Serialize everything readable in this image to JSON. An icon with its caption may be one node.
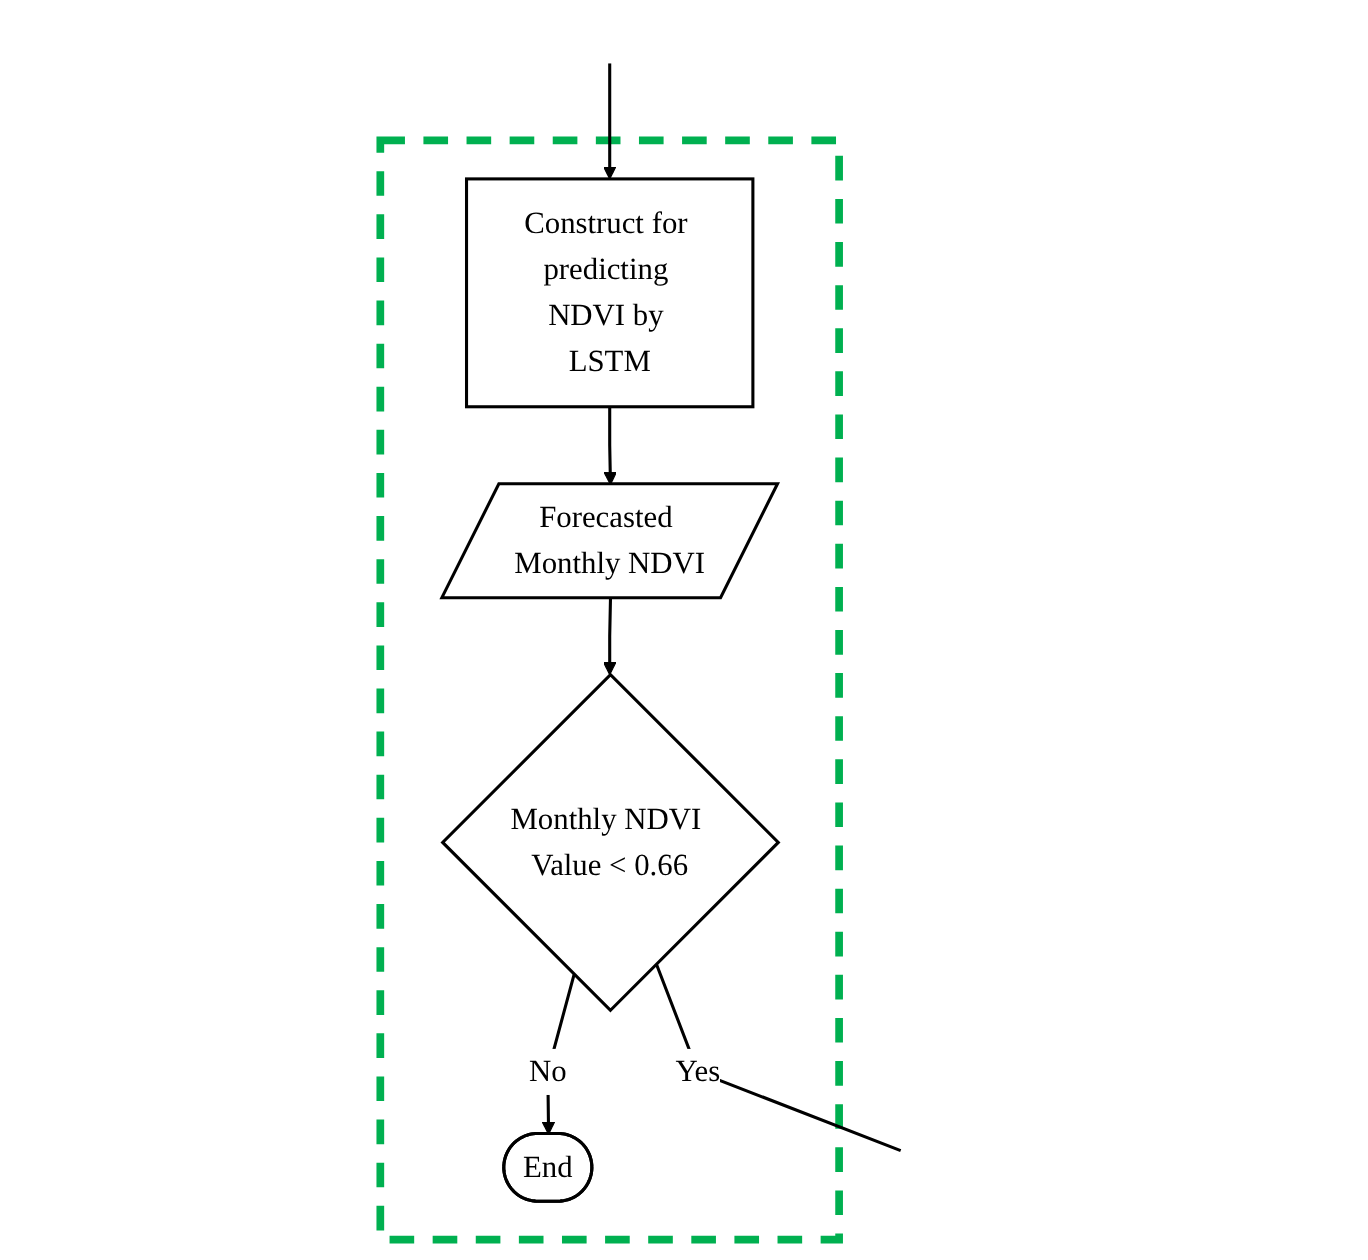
{
  "diagram": {
    "nodes": [
      {
        "text": [],
        "shape": "box"
      },
      {
        "text": [
          "Construct for predicting NDVI by LSTM"
        ],
        "in": 0
      },
      {
        "text": [
          "Forecasted Monthly NDVI"
        ],
        "in": 0
      },
      {
        "text": [
          "Monthly NDVI Value < 0.66"
        ],
        "in": 0
      },
      {
        "text": [
          "End"
        ],
        "in": 0
      }
    ],
    "edges": [
      {
        "from": null,
        "to": 1,
        "arrow": "to"
      },
      {
        "from": 1,
        "to": 2,
        "arrow": "to"
      },
      {
        "from": 2,
        "to": 3,
        "arrow": "to"
      },
      {
        "from": 3,
        "to": null,
        "label": "Yes",
        "arrow": "none"
      },
      {
        "from": 3,
        "to": 4,
        "label": "No",
        "arrow": "to"
      }
    ]
  }
}
